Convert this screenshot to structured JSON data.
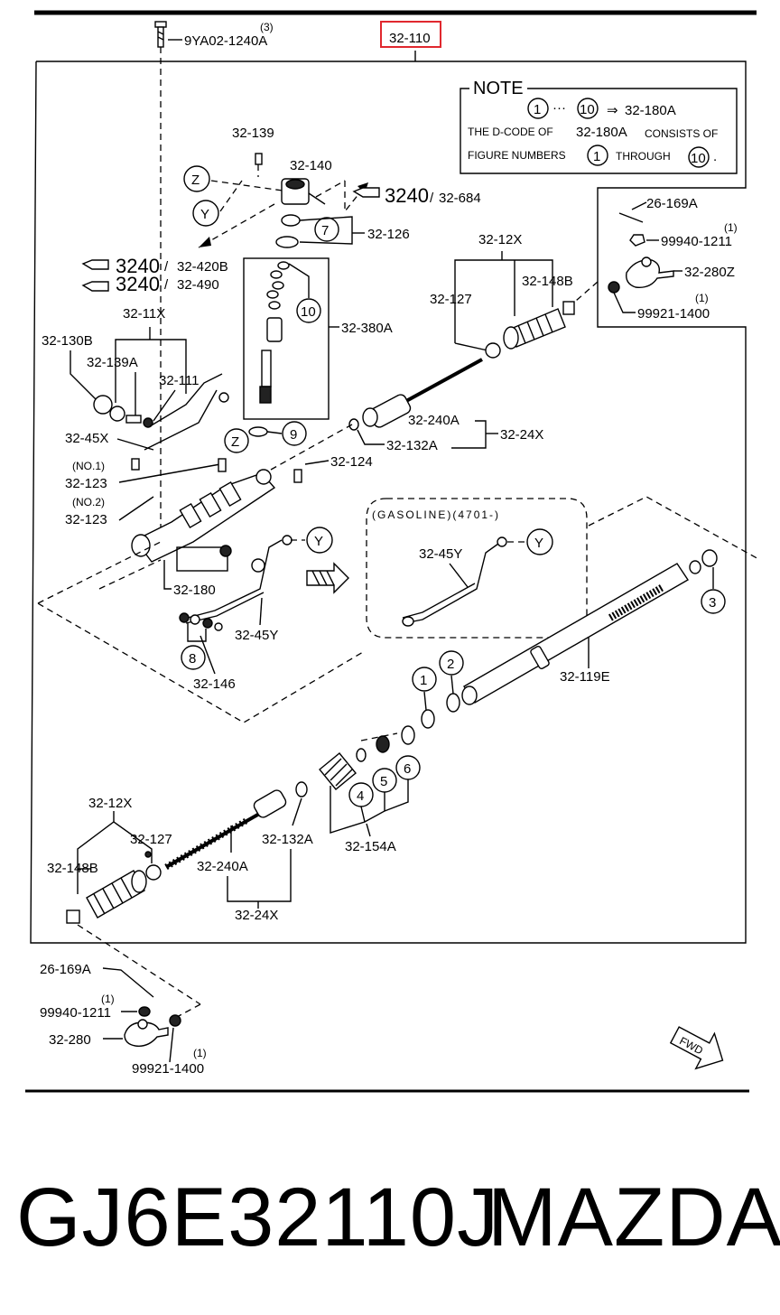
{
  "diagram": {
    "header_code": "32-110",
    "highlight_color": "#e0282e",
    "bolt": {
      "code": "9YA02-1240A",
      "qty": "(3)"
    },
    "note": {
      "title": "NOTE",
      "range_start": "1",
      "range_end": "10",
      "arrow": "⇒",
      "target": "32-180A",
      "line1_a": "THE D-CODE OF",
      "line1_b": "32-180A",
      "line1_c": "CONSISTS OF",
      "line2_a": "FIGURE NUMBERS",
      "line2_b": "1",
      "line2_c": "THROUGH",
      "line2_d": "10",
      "line2_e": "."
    },
    "refs": {
      "r1_num": "3240",
      "r1_sep": "/",
      "r1_code": "32-684",
      "r2_num": "3240",
      "r2_sep": "/",
      "r2_code": "32-420B",
      "r3_num": "3240",
      "r3_sep": "/",
      "r3_code": "32-490"
    },
    "circles": {
      "z": "Z",
      "y": "Y",
      "seven": "7",
      "ten": "10",
      "nine": "9",
      "z2": "Z",
      "y2": "Y",
      "y3": "Y",
      "three": "3",
      "eight": "8",
      "one": "1",
      "two": "2",
      "four": "4",
      "five": "5",
      "six": "6"
    },
    "labels": {
      "l_32_139": "32-139",
      "l_32_140": "32-140",
      "l_32_126": "32-126",
      "l_32_380A": "32-380A",
      "l_26_169A_r": "26-169A",
      "l_99940_1211_r": "99940-1211",
      "l_qty1_a": "(1)",
      "l_32_280Z": "32-280Z",
      "l_99921_1400_r": "99921-1400",
      "l_qty1_b": "(1)",
      "l_32_12X_top": "32-12X",
      "l_32_127_top": "32-127",
      "l_32_148B_top": "32-148B",
      "l_32_11X": "32-11X",
      "l_32_130B": "32-130B",
      "l_32_139A": "32-139A",
      "l_32_111": "32-111",
      "l_32_45X": "32-45X",
      "l_no1": "(NO.1)",
      "l_32_123_a": "32-123",
      "l_no2": "(NO.2)",
      "l_32_123_b": "32-123",
      "l_32_124": "32-124",
      "l_32_240A_top": "32-240A",
      "l_32_132A_top": "32-132A",
      "l_32_24X_top": "32-24X",
      "l_gasoline": "(GASOLINE)(4701-)",
      "l_32_45Y_box": "32-45Y",
      "l_32_180": "32-180",
      "l_32_45Y": "32-45Y",
      "l_32_146": "32-146",
      "l_32_119E": "32-119E",
      "l_32_12X_bot": "32-12X",
      "l_32_127_bot": "32-127",
      "l_32_148B_bot": "32-148B",
      "l_32_132A_bot": "32-132A",
      "l_32_154A": "32-154A",
      "l_32_240A_bot": "32-240A",
      "l_32_24X_bot": "32-24X",
      "l_26_169A_b": "26-169A",
      "l_qty1_c": "(1)",
      "l_99940_1211_b": "99940-1211",
      "l_32_280": "32-280",
      "l_qty1_d": "(1)",
      "l_99921_1400_b": "99921-1400",
      "l_fwd": "FWD"
    }
  },
  "caption": {
    "part_number": "GJ6E32110J",
    "brand": "MAZDA"
  }
}
